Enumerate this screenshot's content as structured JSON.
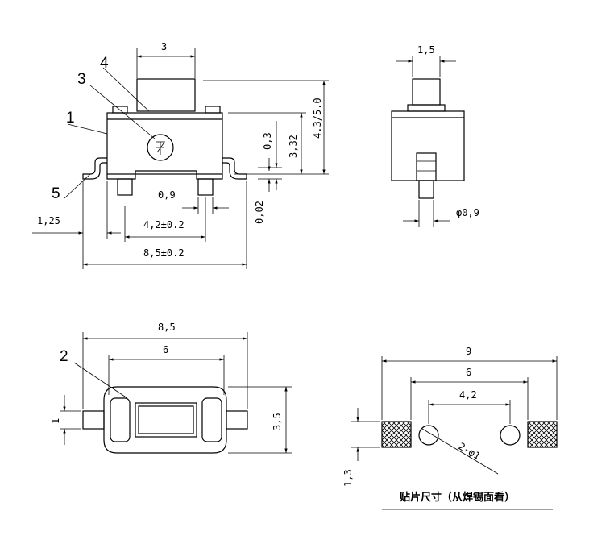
{
  "dimensions": {
    "front_top_width": "3",
    "front_gap": "0,9",
    "front_pitch": "4,2±0.2",
    "front_overall": "8,5±0.2",
    "front_lead": "1,25",
    "front_offset": "0,02",
    "front_h1": "0,3",
    "front_h2": "3,32",
    "front_h3": "4.3/5.0",
    "side_top": "1,5",
    "side_pin": "φ0,9",
    "bottom_overall": "8,5",
    "bottom_inner": "6",
    "bottom_lead": "1",
    "bottom_height": "3,5",
    "pad_overall": "9",
    "pad_inner": "6",
    "pad_pitch": "4,2",
    "pad_hole": "2-φ1",
    "pad_height": "1,3"
  },
  "callouts": {
    "c1": "1",
    "c2": "2",
    "c3": "3",
    "c4": "4",
    "c5": "5"
  },
  "caption": "贴片尺寸（从焊锡面看）"
}
